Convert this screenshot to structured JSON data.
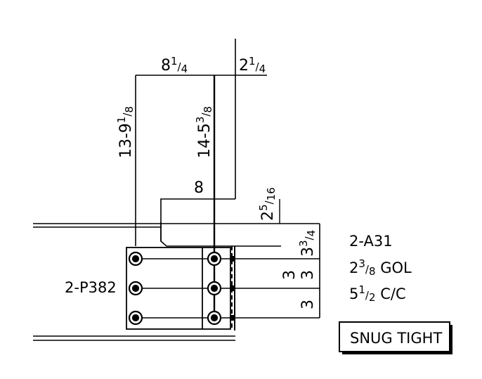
{
  "dimensions": {
    "top_left": {
      "whole": "8",
      "num": "1",
      "den": "4"
    },
    "top_right": {
      "whole": "2",
      "num": "1",
      "den": "4"
    },
    "vert_left": {
      "prefix": "13-9",
      "num": "1",
      "den": "8"
    },
    "vert_mid": {
      "prefix": "14-5",
      "num": "3",
      "den": "8"
    },
    "clip_width": "8",
    "clip_drop": {
      "whole": "2",
      "num": "5",
      "den": "16"
    },
    "gauge_top": {
      "whole": "3",
      "num": "3",
      "den": "4"
    },
    "spacing_1": "3",
    "spacing_2": "3",
    "spacing_3": "3"
  },
  "labels": {
    "plate": "2-P382",
    "angle": "2-A31",
    "bolt_dia": {
      "whole": "2",
      "num": "3",
      "den": "8",
      "suffix": " GOL"
    },
    "bolt_spacing": {
      "whole": "5",
      "num": "1",
      "den": "2",
      "suffix": " C/C"
    },
    "snug_tight": "SNUG TIGHT"
  },
  "colors": {
    "line": "#000000",
    "background": "#ffffff"
  }
}
